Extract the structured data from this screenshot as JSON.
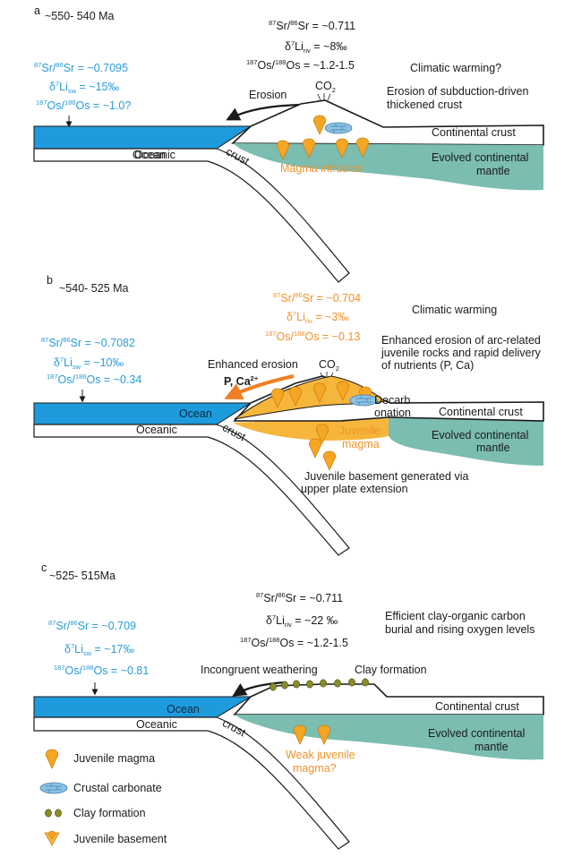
{
  "colors": {
    "ocean": "#1e9bdc",
    "mantle": "#7bbdb0",
    "juvenile": "#f5a623",
    "magma_text": "#f0922b",
    "seawater_text": "#2a9bd6",
    "clay": "#8a8c2a",
    "carbonate": "#8fc2e2"
  },
  "panels": {
    "a": {
      "letter": "a",
      "age": "~550- 540 Ma",
      "river_sr": "~0.711",
      "river_li": "~8‰",
      "river_os": "~1.2-1.5",
      "sw_sr": "~0.7095",
      "sw_li": "~15‰",
      "sw_os": "~1.0?",
      "climate": "Climatic warming?",
      "process_line1": "Erosion of subduction-driven",
      "process_line2": "thickened crust",
      "erosion_label": "Erosion",
      "co2": "CO",
      "co2_sub": "2",
      "ocean_label": "Ocean",
      "oceanic_label": "Oceanic",
      "crust_label": "crust",
      "continental_crust": "Continental crust",
      "mantle_line1": "Evolved continental",
      "mantle_line2": "mantle",
      "magma_label": "Magma intrusion"
    },
    "b": {
      "letter": "b",
      "age": "~540- 525 Ma",
      "river_sr": "~0.704",
      "river_li": "~3‰",
      "river_os": "~0.13",
      "sw_sr": "~0.7082",
      "sw_li": "~10‰",
      "sw_os": "~0.34",
      "climate": "Climatic warming",
      "process_line1": "Enhanced erosion of arc-related",
      "process_line2": "juvenile rocks and rapid delivery",
      "process_line3": "of nutrients (P, Ca)",
      "erosion_label": "Enhanced erosion",
      "nutrients": "P, Ca",
      "nutrients_sup": "2+",
      "co2": "CO",
      "co2_sub": "2",
      "decarb1": "Decarb",
      "decarb2": "onation",
      "ocean_label": "Ocean",
      "oceanic_label": "Oceanic",
      "crust_label": "crust",
      "continental_crust": "Continental crust",
      "mantle_line1": "Evolved continental",
      "mantle_line2": "mantle",
      "juvenile1": "Juvenile",
      "juvenile2": "magma",
      "basement1": "Juvenile basement generated via",
      "basement2": "upper plate extension"
    },
    "c": {
      "letter": "c",
      "age": "~525- 515Ma",
      "river_sr": "~0.711",
      "river_li": "~22 ‰",
      "river_os": "~1.2-1.5",
      "sw_sr": "~0.709",
      "sw_li": "~17‰",
      "sw_os": "~0.81",
      "process_line1": "Efficient clay-organic carbon",
      "process_line2": "burial and rising oxygen levels",
      "weathering_label": "Incongruent weathering",
      "clay_label": "Clay formation",
      "ocean_label": "Ocean",
      "oceanic_label": "Oceanic",
      "crust_label": "crust",
      "continental_crust": "Continental crust",
      "mantle_line1": "Evolved continental",
      "mantle_line2": "mantle",
      "weak1": "Weak juvenile",
      "weak2": "magma?"
    }
  },
  "legend": {
    "juvenile_magma": "Juvenile magma",
    "crustal_carbonate": "Crustal carbonate",
    "clay_formation": "Clay formation",
    "juvenile_basement": "Juvenile basement"
  }
}
